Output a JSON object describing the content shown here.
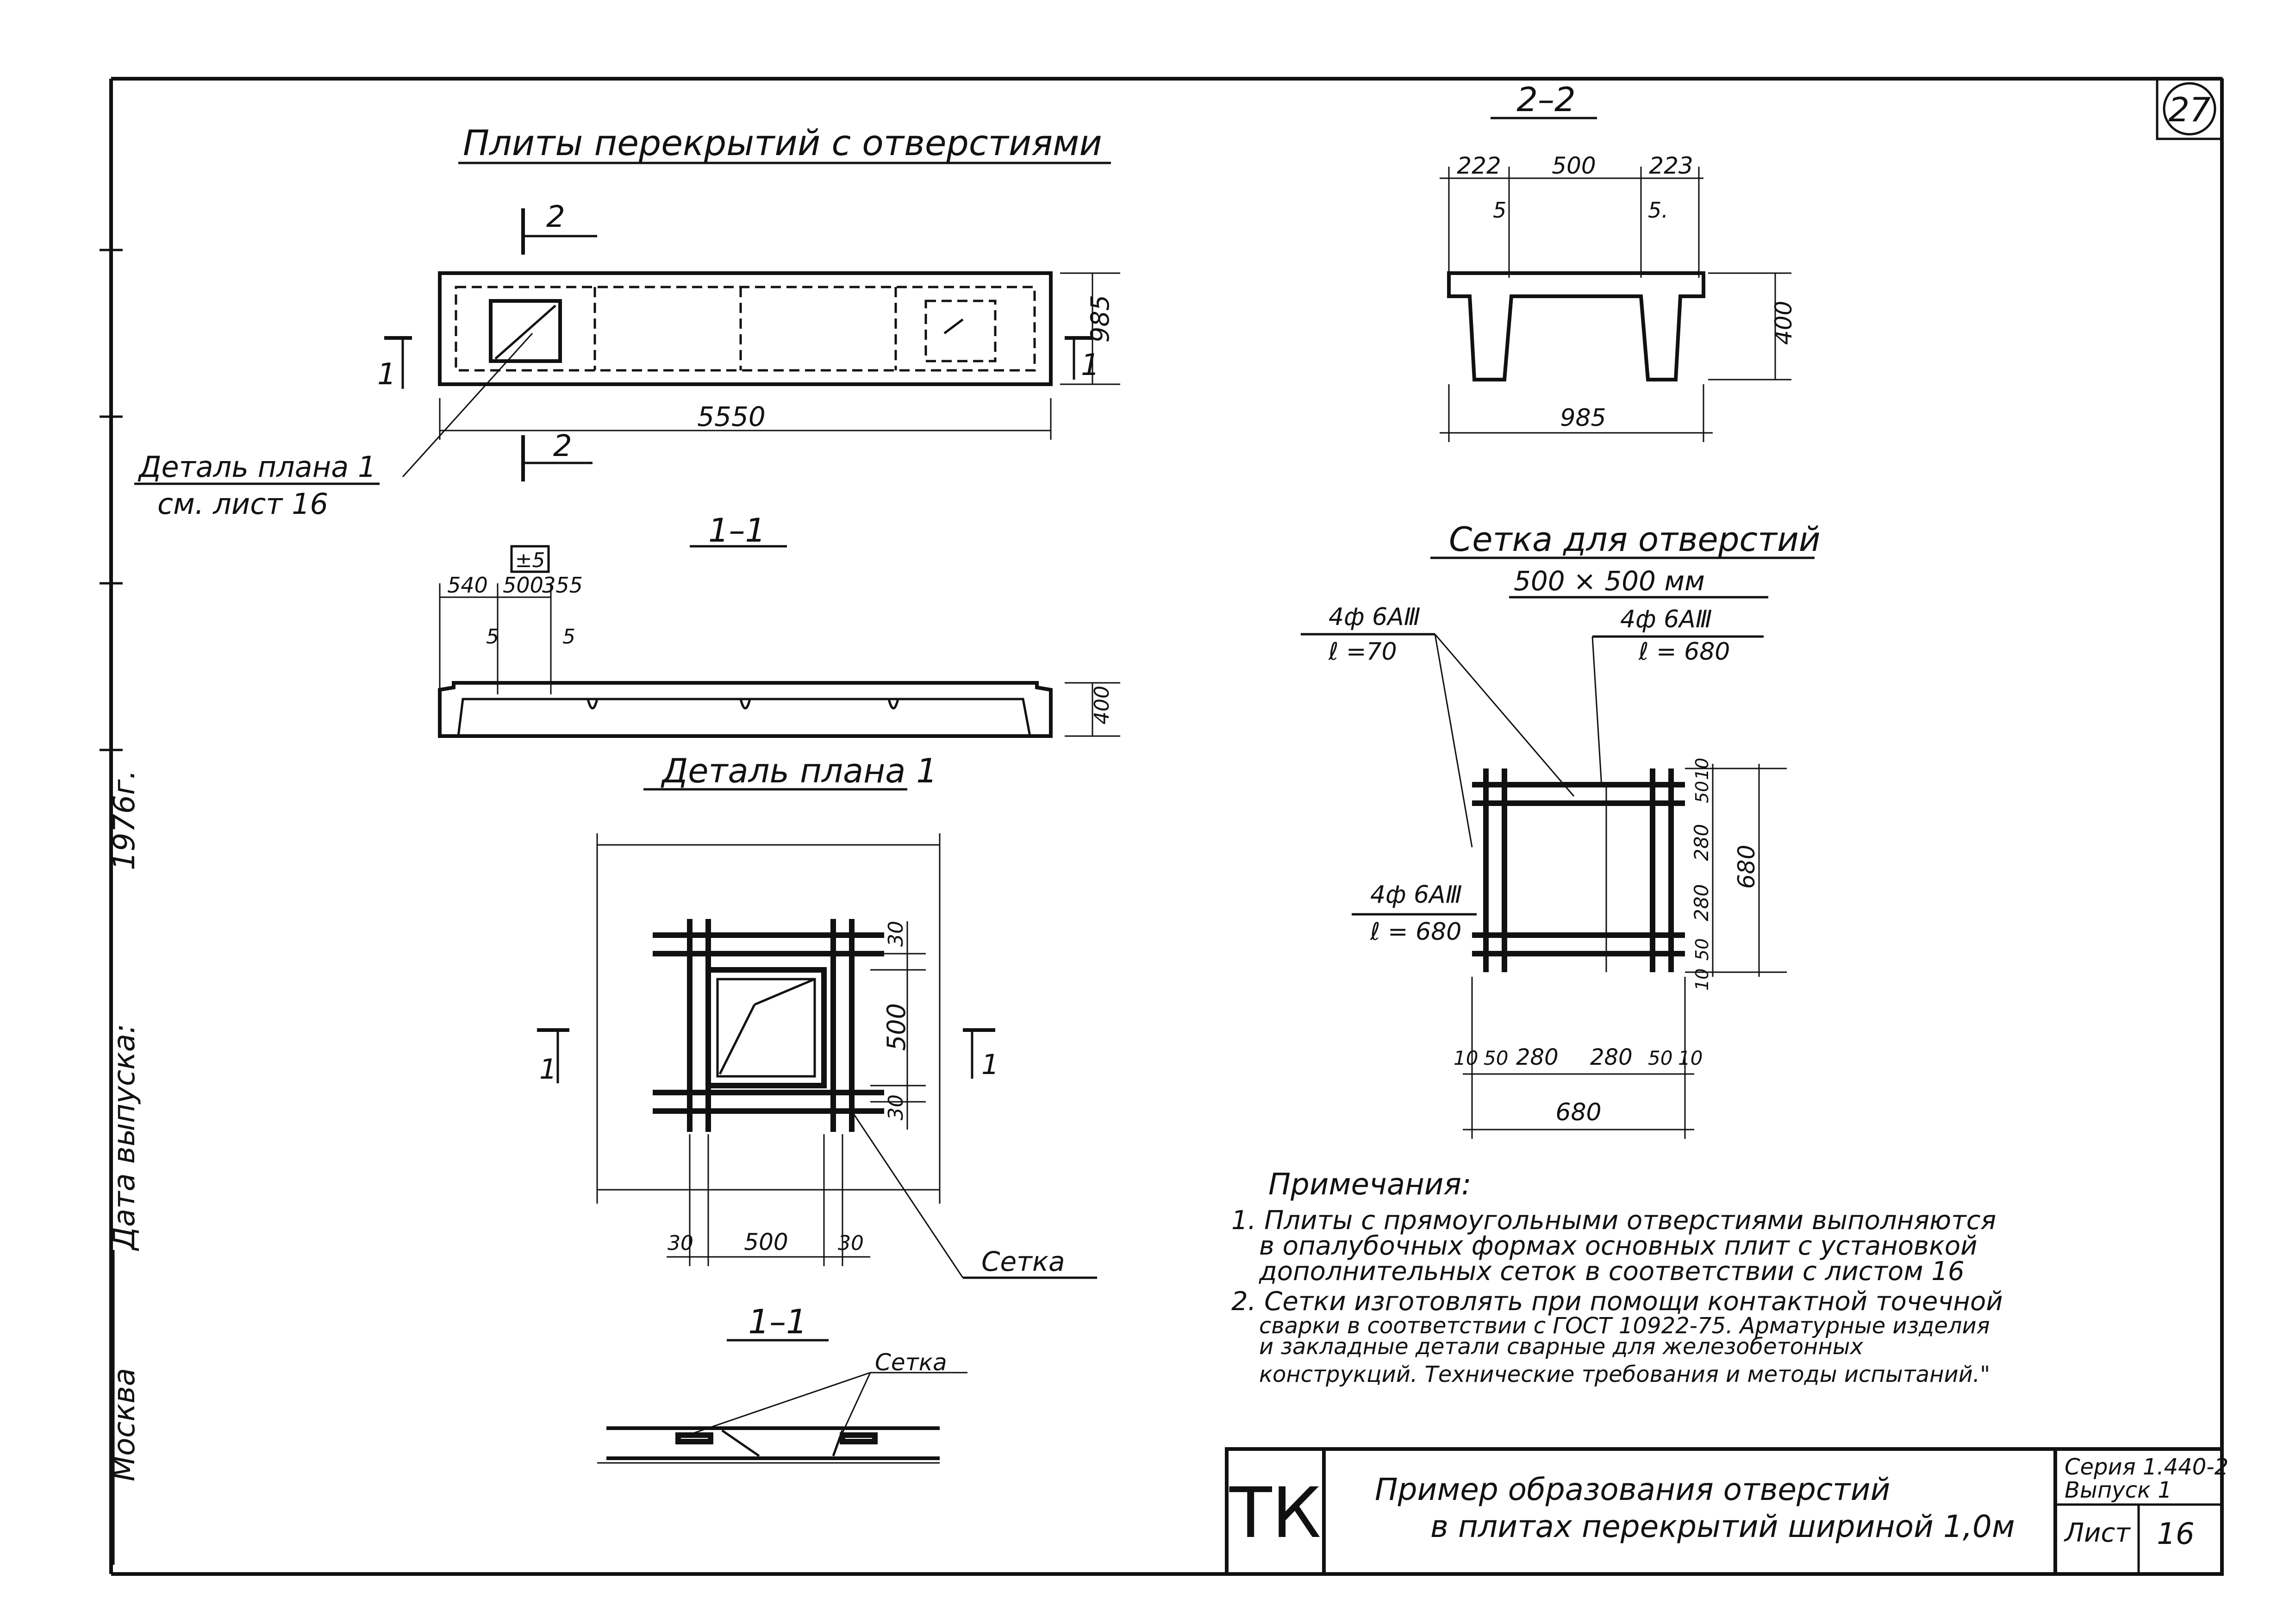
{
  "sheet": {
    "number": "27",
    "left_margin_city": "Москва",
    "left_margin_issue_label": "Дата выпуска:",
    "left_margin_year": "1976г."
  },
  "plan": {
    "title": "Плиты перекрытий с отверстиями",
    "section_2_marker": "2",
    "section_1_marker": "1",
    "length": "5550",
    "width": "985",
    "callout_line1": "Деталь плана 1",
    "callout_line2": "см. лист 16"
  },
  "section_1_1_top": {
    "title": "1–1",
    "tolerance": "±5",
    "dims": [
      "540",
      "500",
      "355"
    ],
    "small_dims": [
      "5",
      "5"
    ],
    "height": "400"
  },
  "section_2_2": {
    "title": "2–2",
    "dims_top": [
      "222",
      "500",
      "223"
    ],
    "small_dims": [
      "5",
      "5."
    ],
    "height": "400",
    "bottom_width": "985"
  },
  "detail": {
    "title": "Деталь плана 1",
    "dim_right": [
      "30",
      "500",
      "30"
    ],
    "dim_bottom": [
      "30",
      "500",
      "30"
    ],
    "marker": "1",
    "label_setka": "Сетка"
  },
  "section_1_1_bottom": {
    "title": "1–1",
    "label_setka": "Сетка"
  },
  "mesh": {
    "title": "Сетка для отверстий",
    "subtitle": "500 × 500 мм",
    "rebar_a_line1": "4ф 6АⅢ",
    "rebar_a_line2": "ℓ =70",
    "rebar_b_line1": "4ф 6АⅢ",
    "rebar_b_line2": "ℓ = 680",
    "rebar_c_line1": "4ф 6АⅢ",
    "rebar_c_line2": "ℓ = 680",
    "dims_right": [
      "10",
      "50",
      "280",
      "280",
      "50",
      "10"
    ],
    "total_right": "680",
    "dims_bottom": [
      "10",
      "50",
      "280",
      "280",
      "50",
      "10"
    ],
    "total_bottom": "680"
  },
  "notes": {
    "heading": "Примечания:",
    "items": [
      "1. Плиты с прямоугольными отверстиями выполняются",
      "в опалубочных формах основных плит с установкой",
      "дополнительных сеток в соответствии с листом 16",
      "2. Сетки изготовлять при помощи контактной точечной",
      "сварки в соответствии с ГОСТ 10922-75. Арматурные изделия",
      "и закладные детали сварные для железобетонных",
      "конструкций. Технические требования и методы испытаний.\""
    ]
  },
  "title_block": {
    "logo": "ТК",
    "title_line1": "Пример образования отверстий",
    "title_line2": "в плитах перекрытий шириной 1,0м",
    "series_label": "Серия 1.440-2",
    "issue_label": "Выпуск 1",
    "sheet_label": "Лист",
    "sheet_number": "16"
  }
}
